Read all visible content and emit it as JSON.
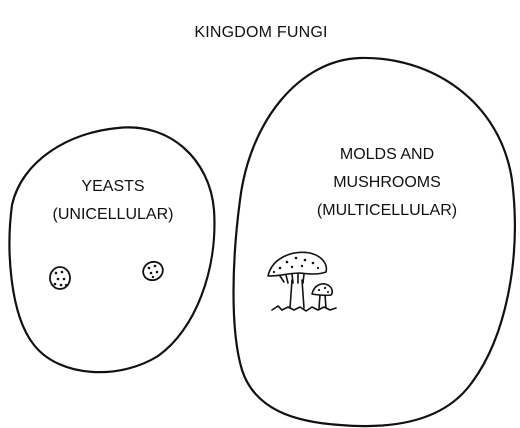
{
  "title": "KINGDOM FUNGI",
  "groups": [
    {
      "line1": "YEASTS",
      "line2": "(UNICELLULAR)",
      "illustration": "yeast-cells-icon"
    },
    {
      "line1": "MOLDS AND",
      "line2": "MUSHROOMS",
      "line3": "(MULTICELLULAR)",
      "illustration": "mushroom-icon"
    }
  ],
  "colors": {
    "ink": "#111111",
    "background": "#ffffff"
  }
}
